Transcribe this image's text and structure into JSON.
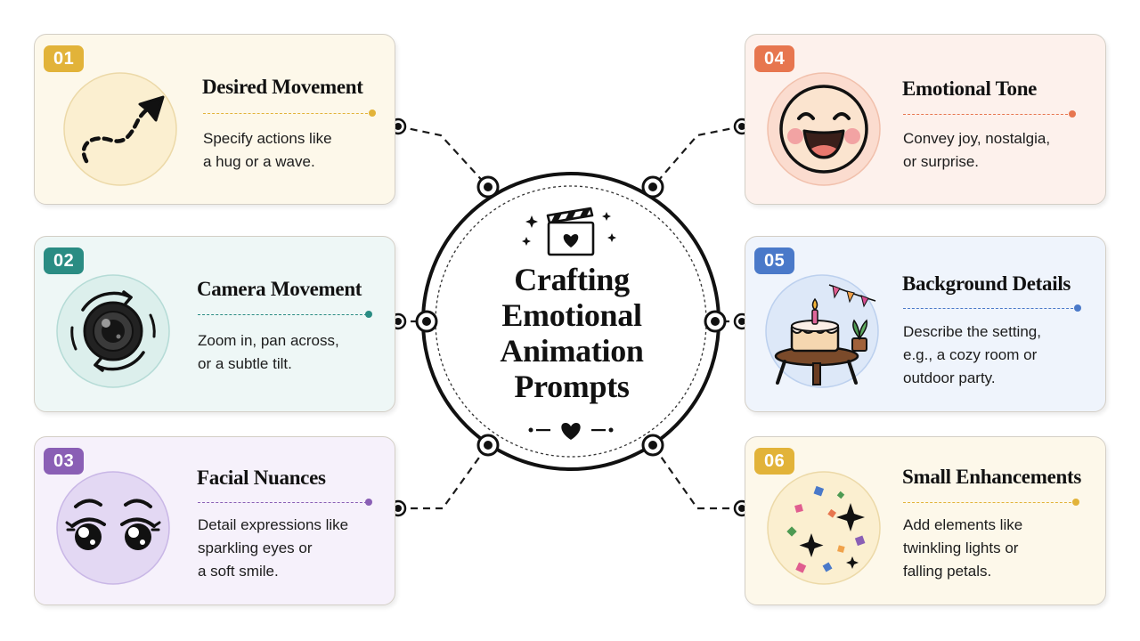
{
  "hub": {
    "title": "Crafting\nEmotional\nAnimation\nPrompts"
  },
  "cards": [
    {
      "number": "01",
      "title": "Desired Movement",
      "description": "Specify actions like\na hug or a wave.",
      "accent": "#e2b339",
      "background": "#fdf8ea",
      "icon": "curved-arrow-icon"
    },
    {
      "number": "02",
      "title": "Camera Movement",
      "description": "Zoom in, pan across,\nor a subtle tilt.",
      "accent": "#2a8c83",
      "background": "#eef7f6",
      "icon": "camera-lens-icon"
    },
    {
      "number": "03",
      "title": "Facial Nuances",
      "description": "Detail expressions like\nsparkling eyes or\na soft smile.",
      "accent": "#8a5fb5",
      "background": "#f6f1fb",
      "icon": "sparkling-eyes-icon"
    },
    {
      "number": "04",
      "title": "Emotional Tone",
      "description": "Convey joy, nostalgia,\nor surprise.",
      "accent": "#e7764f",
      "background": "#fdf1ec",
      "icon": "smiling-face-icon"
    },
    {
      "number": "05",
      "title": "Background Details",
      "description": "Describe the setting,\ne.g., a cozy room or\noutdoor party.",
      "accent": "#4a79c9",
      "background": "#eff4fc",
      "icon": "party-cake-icon"
    },
    {
      "number": "06",
      "title": "Small Enhancements",
      "description": "Add elements like\ntwinkling lights or\nfalling petals.",
      "accent": "#e2b339",
      "background": "#fdf8ea",
      "icon": "confetti-sparkles-icon"
    }
  ]
}
